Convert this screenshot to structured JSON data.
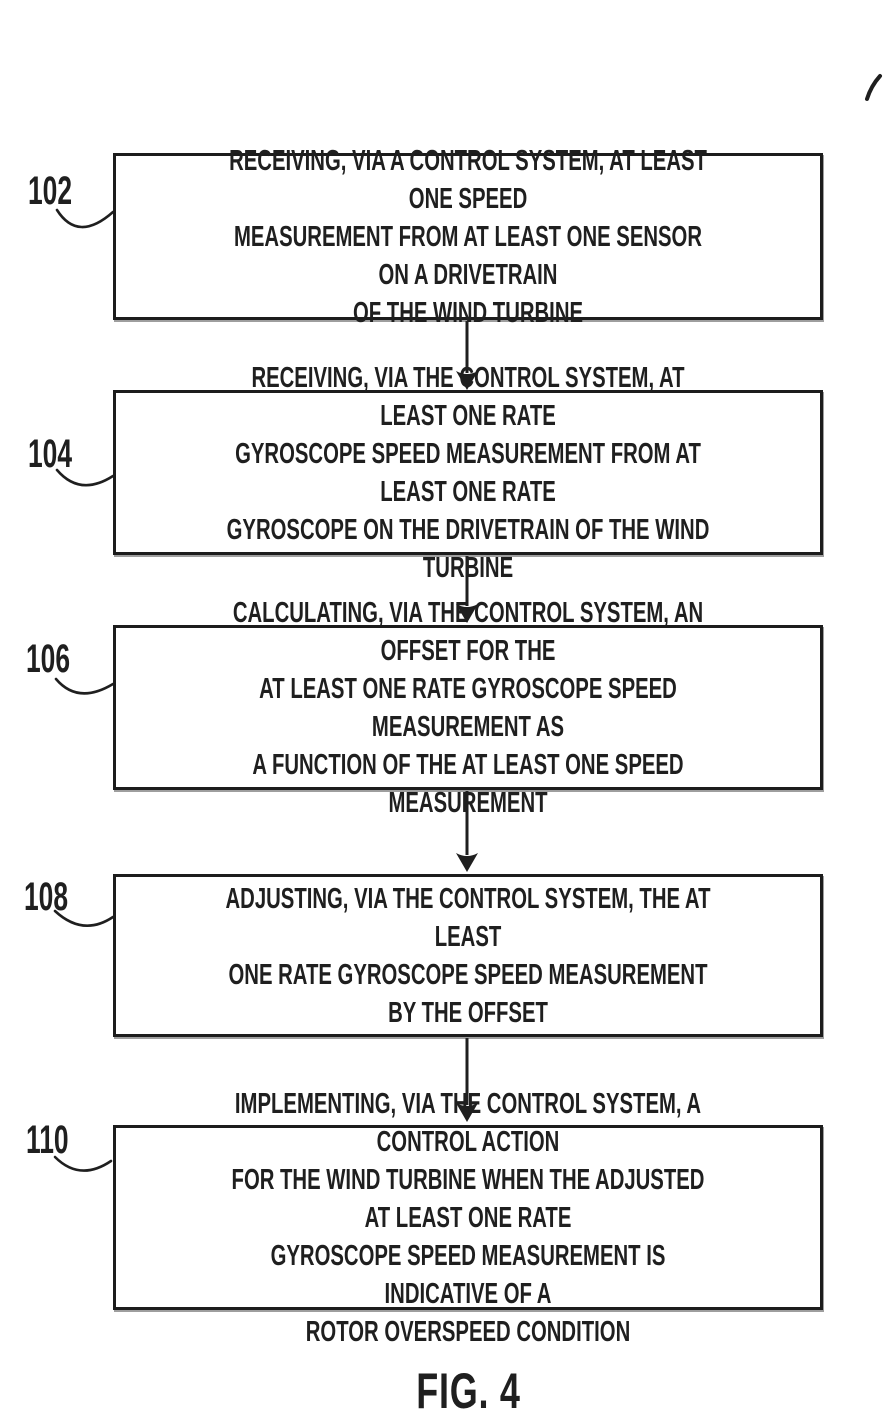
{
  "colors": {
    "ink": "#1f1f1f",
    "paper": "#ffffff"
  },
  "figure": {
    "caption": "FIG. 4"
  },
  "flowchart": {
    "steps": [
      {
        "ref": "102",
        "text": "RECEIVING, VIA A CONTROL SYSTEM, AT LEAST ONE SPEED\nMEASUREMENT FROM AT LEAST ONE SENSOR ON A DRIVETRAIN\nOF THE WIND TURBINE"
      },
      {
        "ref": "104",
        "text": "RECEIVING, VIA THE CONTROL SYSTEM, AT LEAST ONE RATE\nGYROSCOPE SPEED MEASUREMENT FROM AT LEAST ONE RATE\nGYROSCOPE ON THE DRIVETRAIN OF THE WIND TURBINE"
      },
      {
        "ref": "106",
        "text": "CALCULATING, VIA THE CONTROL SYSTEM, AN OFFSET FOR THE\nAT LEAST ONE RATE GYROSCOPE SPEED MEASUREMENT AS\nA FUNCTION OF THE AT LEAST ONE SPEED MEASUREMENT"
      },
      {
        "ref": "108",
        "text": "ADJUSTING, VIA THE CONTROL SYSTEM, THE AT LEAST\nONE RATE GYROSCOPE SPEED MEASUREMENT BY THE OFFSET"
      },
      {
        "ref": "110",
        "text": "IMPLEMENTING, VIA THE CONTROL SYSTEM, A CONTROL ACTION\nFOR THE WIND TURBINE WHEN THE ADJUSTED AT LEAST ONE RATE\nGYROSCOPE SPEED MEASUREMENT IS INDICATIVE OF A\nROTOR OVERSPEED CONDITION"
      }
    ]
  }
}
